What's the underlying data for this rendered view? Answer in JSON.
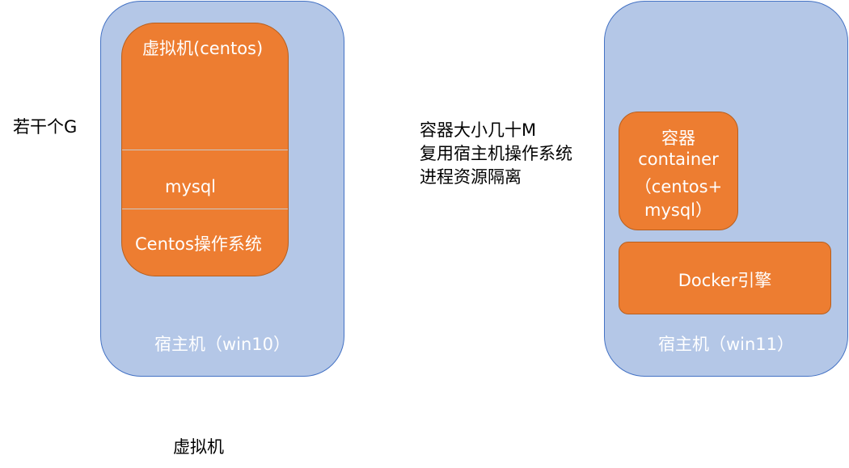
{
  "left_side_note": "若干个G",
  "vm_diagram": {
    "host_label": "宿主机（win10）",
    "vm_title": "虚拟机(centos)",
    "mysql_label": "mysql",
    "os_label": "Centos操作系统",
    "caption": "虚拟机"
  },
  "container_notes": {
    "line1": "容器大小几十M",
    "line2": "复用宿主机操作系统",
    "line3": "进程资源隔离"
  },
  "container_diagram": {
    "host_label": "宿主机（win11）",
    "container_line1": "容器",
    "container_line2": "container",
    "container_line3": "（centos+",
    "container_line4": "mysql）",
    "engine_label": "Docker引擎"
  },
  "colors": {
    "host_fill": "#b4c7e7",
    "box_fill": "#ed7d31"
  }
}
